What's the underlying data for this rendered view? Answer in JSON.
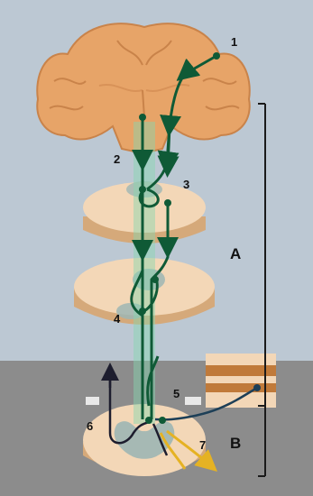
{
  "labels": {
    "n1": "1",
    "n2": "2",
    "n3": "3",
    "n4": "4",
    "n5": "5",
    "n6": "6",
    "n7": "7",
    "region_a": "A",
    "region_b": "B"
  },
  "colors": {
    "background_top": "#bcc8d3",
    "background_bottom": "#8c8c8c",
    "brain": "#e7a468",
    "brain_outline": "#c9834a",
    "section_top": "#f3d7b7",
    "section_side": "#d5a97a",
    "grey_matter": "#9db6b4",
    "descending_tract": "#0f5a36",
    "tract_highlight": "#84d8b0",
    "sensory_fiber": "#1d3f57",
    "motor_fiber": "#1d1d2e",
    "afferent_fiber": "#e5b223",
    "bracket": "#1a1a1a"
  },
  "icons": [
    "neuron-node-icon",
    "arrow-up-icon",
    "arrow-down-icon",
    "bracket"
  ]
}
